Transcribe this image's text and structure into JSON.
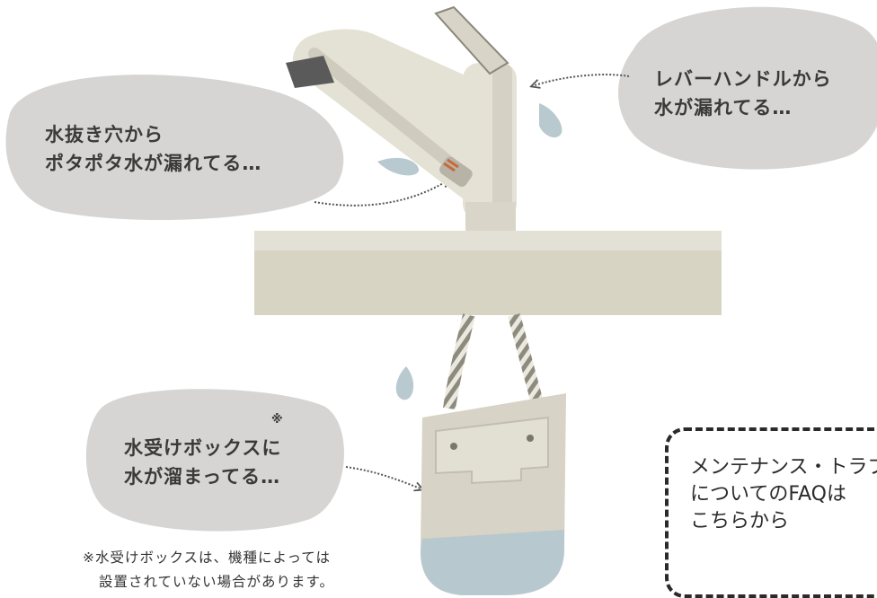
{
  "callouts": {
    "lever": {
      "line1": "レバーハンドルから",
      "line2": "水が漏れてる…"
    },
    "drain": {
      "line1": "水抜き穴から",
      "line2": "ポタポタ水が漏れてる…"
    },
    "box": {
      "line1": "水受けボックスに",
      "line2": "水が溜まってる…",
      "mark": "※"
    }
  },
  "footnote": {
    "line1": "※水受けボックスは、機種によっては",
    "line2": "設置されていない場合があります。"
  },
  "faq_link": {
    "line1": "メンテナンス・トラブル",
    "line2": "についてのFAQは",
    "line3": "こちらから"
  },
  "colors": {
    "bubble": "#d6d5d3",
    "faucet": "#e4e1d5",
    "faucet_shade": "#cfccbe",
    "counter_top": "#e3e0d6",
    "counter_front": "#d8d4c4",
    "water": "#b9c9d0",
    "box": "#d7d3c6",
    "box_water": "#b8c8cf",
    "hose_stripe": "#8d8a7e"
  },
  "icons": [
    "water-drop-icon",
    "arrow-icon"
  ]
}
